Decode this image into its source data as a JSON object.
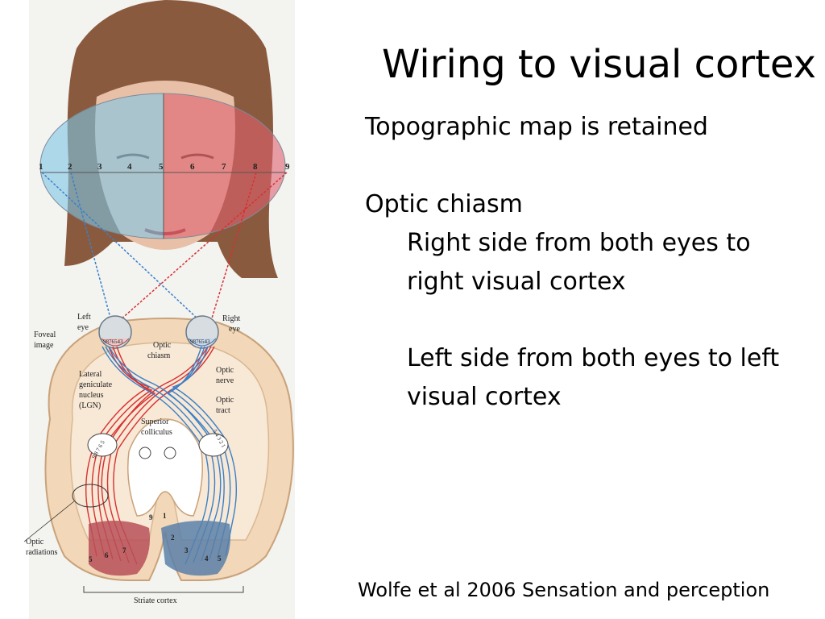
{
  "slide": {
    "title": "Wiring to visual cortex",
    "points": [
      "Topographic map is retained",
      "Optic chiasm",
      "Right side from both eyes to",
      "right visual cortex",
      "Left side from both eyes to left",
      "visual cortex"
    ],
    "citation": "Wolfe et al 2006 Sensation and perception"
  },
  "figure": {
    "field_numbers": [
      "1",
      "2",
      "3",
      "4",
      "5",
      "6",
      "7",
      "8",
      "9"
    ],
    "labels": {
      "left_eye": [
        "Left",
        "eye"
      ],
      "right_eye": [
        "Right",
        "eye"
      ],
      "foveal_image": [
        "Foveal",
        "image"
      ],
      "optic_chiasm": [
        "Optic",
        "chiasm"
      ],
      "optic_nerve": [
        "Optic",
        "nerve"
      ],
      "optic_tract": [
        "Optic",
        "tract"
      ],
      "lgn": [
        "Lateral",
        "geniculate",
        "nucleus",
        "(LGN)"
      ],
      "superior_colliculus": [
        "Superior",
        "colliculus"
      ],
      "optic_radiations": [
        "Optic",
        "radiations"
      ],
      "striate_cortex": "Striate cortex",
      "left_retina_numbers": "9876543",
      "right_retina_numbers": "9876543",
      "left_lgn_numbers": "9 8 7 6 5",
      "right_lgn_numbers": "5 4 3 2 1",
      "left_cortex_numbers": [
        "9",
        "5",
        "6",
        "7"
      ],
      "right_cortex_numbers": [
        "1",
        "2",
        "3",
        "4",
        "5"
      ]
    },
    "colors": {
      "left_field": "#7fc7e6",
      "right_field": "#e06070",
      "red_fiber": "#d83030",
      "blue_fiber": "#3a80c8"
    }
  }
}
